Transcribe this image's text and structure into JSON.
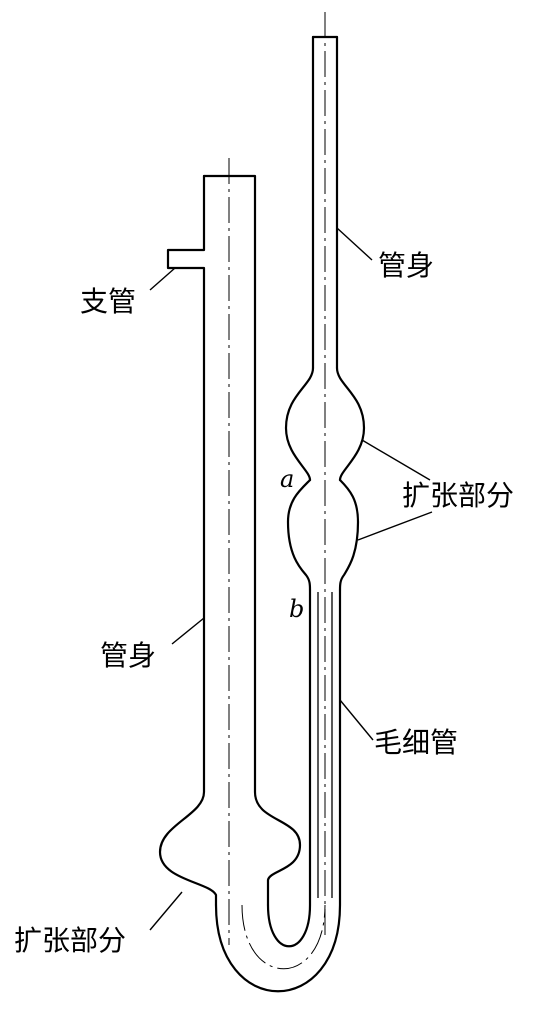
{
  "labels": {
    "branch_tube": "支管",
    "right_body": "管身",
    "left_body": "管身",
    "expansion_right": "扩张部分",
    "mark_a": "a",
    "mark_b": "b",
    "capillary": "毛细管",
    "expansion_bottom": "扩张部分"
  },
  "colors": {
    "line": "#000000",
    "background": "#ffffff"
  }
}
